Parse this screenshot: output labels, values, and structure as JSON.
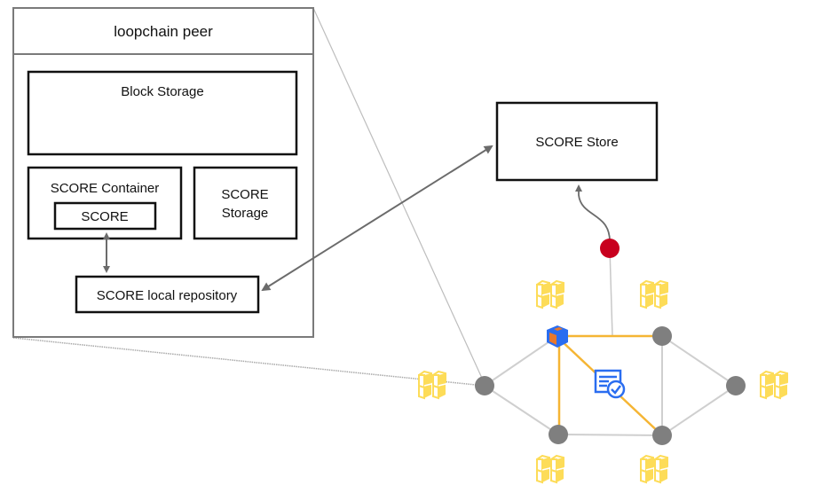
{
  "peer": {
    "title": "loopchain peer",
    "block_storage": "Block Storage",
    "score_container": "SCORE Container",
    "score": "SCORE",
    "score_storage_line1": "SCORE",
    "score_storage_line2": "Storage",
    "score_local_repository": "SCORE local repository"
  },
  "store": {
    "label": "SCORE Store"
  },
  "network": {
    "node_count": 6,
    "highlight_node": "leader-peer-cube",
    "icons": {
      "peer_node": "gray-circle-node",
      "leader_node": "cube-icon",
      "store_connector": "red-dot-icon",
      "blocks": "block-stack-icon",
      "transaction": "verified-document-icon"
    }
  },
  "colors": {
    "box_border": "#111111",
    "peer_border": "#7a7a7a",
    "arrow": "#6b6b6b",
    "edge": "#cfcfcf",
    "highlight_edge": "#f5b534",
    "node": "#7f7f7f",
    "red_dot": "#c8001e",
    "block_yellow": "#fddc58",
    "cube_blue": "#2a6df0",
    "cube_orange": "#e8782c",
    "doc_blue": "#2a6df0"
  }
}
